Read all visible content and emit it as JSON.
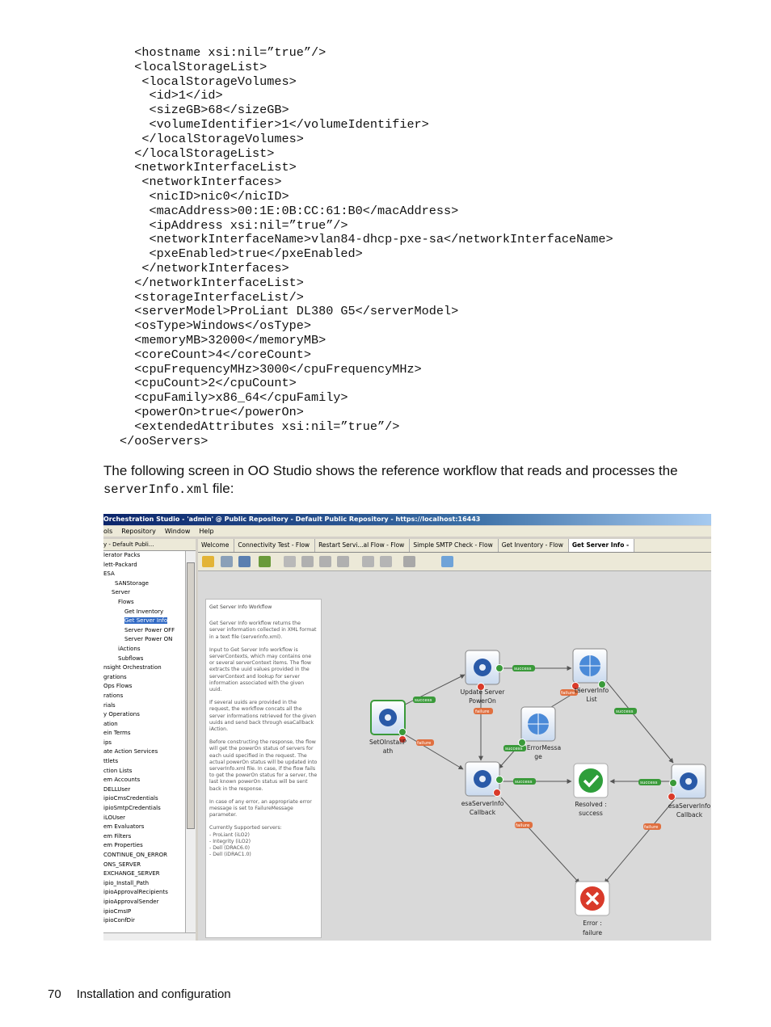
{
  "code_lines": [
    "  <hostname xsi:nil=”true”/>",
    "  <localStorageList>",
    "   <localStorageVolumes>",
    "    <id>1</id>",
    "    <sizeGB>68</sizeGB>",
    "    <volumeIdentifier>1</volumeIdentifier>",
    "   </localStorageVolumes>",
    "  </localStorageList>",
    "  <networkInterfaceList>",
    "   <networkInterfaces>",
    "    <nicID>nic0</nicID>",
    "    <macAddress>00:1E:0B:CC:61:B0</macAddress>",
    "    <ipAddress xsi:nil=”true”/>",
    "    <networkInterfaceName>vlan84-dhcp-pxe-sa</networkInterfaceName>",
    "    <pxeEnabled>true</pxeEnabled>",
    "   </networkInterfaces>",
    "  </networkInterfaceList>",
    "  <storageInterfaceList/>",
    "  <serverModel>ProLiant DL380 G5</serverModel>",
    "  <osType>Windows</osType>",
    "  <memoryMB>32000</memoryMB>",
    "  <coreCount>4</coreCount>",
    "  <cpuFrequencyMHz>3000</cpuFrequencyMHz>",
    "  <cpuCount>2</cpuCount>",
    "  <cpuFamily>x86_64</cpuFamily>",
    "  <powerOn>true</powerOn>",
    "  <extendedAttributes xsi:nil=”true”/>",
    "</ooServers>"
  ],
  "intro": {
    "text_before": "The following screen in OO Studio shows the reference workflow that reads and processes the ",
    "filename": "serverInfo.xml",
    "text_after": " file:"
  },
  "screenshot": {
    "title": "Orchestration Studio - 'admin' @ Public Repository - Default Public Repository - https://localhost:16443",
    "menu": [
      "ols",
      "Repository",
      "Window",
      "Help"
    ],
    "left_header": "y - Default Publi...",
    "tree": [
      "lerator Packs",
      "lett-Packard",
      "ESA",
      "SANStorage",
      "Server",
      "Flows",
      "Get Inventory",
      "Get Server Info",
      "Server Power OFF",
      "Server Power ON",
      "iActions",
      "Subflows",
      "nsight Orchestration",
      "grations",
      "Ops Flows",
      "rations",
      "rials",
      "y Operations",
      "ation",
      "ein Terms",
      "ips",
      "ate Action Services",
      "ttlets",
      "ction Lists",
      "em Accounts",
      "DELLUser",
      "ipioCmsCredentials",
      "ipioSmtpCredentials",
      "iLOUser",
      "em Evaluators",
      "em Filters",
      "em Properties",
      "CONTINUE_ON_ERROR",
      "ONS_SERVER",
      "EXCHANGE_SERVER",
      "ipio_Install_Path",
      "ipioApprovalRecipients",
      "ipioApprovalSender",
      "ipioCmsIP",
      "ipioConfDir"
    ],
    "tabs": [
      "Welcome",
      "Connectivity Test - Flow",
      "Restart Servi...al Flow - Flow",
      "Simple SMTP Check - Flow",
      "Get Inventory - Flow",
      "Get Server Info -"
    ],
    "description": {
      "title": "Get Server Info Workflow",
      "paragraphs": [
        "Get Server Info workflow returns the server information collected in XML format in a text file (serverinfo.xml).",
        "Input to Get Server Info workflow is serverContexts, which may contains one or several serverContext items. The flow extracts the uuid values provided in the serverContext and lookup for server information associated with the given uuid.",
        "If several uuids are provided in the request, the workflow concats all the server informations retrieved for the given uuids and send back through esaCallback iAction.",
        "Before constructing the response, the flow will get the powerOn status of servers for each uuid specified in the request. The actual powerOn status will be updated into serverInfo.xml file. In case, if the flow fails to get the powerOn status for a server, the last known powerOn status will be sent back in the response.",
        "In case of any error, an appropriate error message is set to FailureMessage parameter.",
        "Currently Supported servers:\n- ProLiant (iLO2)\n- Integrity (iLO2)\n- Dell (DRAC6.0)\n- Dell (iDRAC1.0)"
      ]
    },
    "nodes": {
      "set_path": [
        "SetOInstallP",
        "ath"
      ],
      "update_power": [
        "Update Server",
        "PowerOn"
      ],
      "server_list": [
        "tServerInfo",
        "List"
      ],
      "error_message": [
        "ErrorMessa",
        "ge"
      ],
      "esa_callback_1": [
        "esaServerInfo",
        "Callback"
      ],
      "resolved": [
        "Resolved :",
        "success"
      ],
      "esa_callback_2": [
        "esaServerInfo",
        "Callback"
      ],
      "error": [
        "Error :",
        "failure"
      ]
    },
    "labels": {
      "success": "success",
      "failure": "failure"
    }
  },
  "footer": {
    "page": "70",
    "section": "Installation and configuration"
  }
}
